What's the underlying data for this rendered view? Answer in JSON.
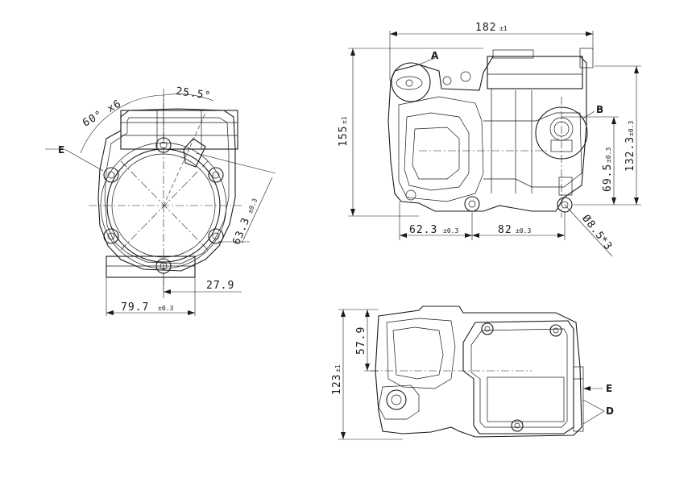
{
  "front_view": {
    "angle_main": "60° x6",
    "angle_small": "25.5°",
    "dim_radius": "63.3",
    "dim_radius_tol": "±0.3",
    "dim_27": "27.9",
    "dim_width": "79.7",
    "dim_width_tol": "±0.3",
    "label_e": "E"
  },
  "side_view": {
    "dim_length": "182",
    "dim_length_tol": "±1",
    "dim_height": "155",
    "dim_height_tol": "±1",
    "dim_132": "132.3",
    "dim_132_tol": "±0.3",
    "dim_69": "69.5",
    "dim_69_tol": "±0.3",
    "dim_62": "62.3",
    "dim_62_tol": "±0.3",
    "dim_82": "82",
    "dim_82_tol": "±0.3",
    "dim_hole": "Ø8.5",
    "dim_hole_tol": "*3",
    "label_a": "A",
    "label_b": "B"
  },
  "top_view": {
    "dim_123": "123",
    "dim_123_tol": "±1",
    "dim_57": "57.9",
    "label_e": "E",
    "label_d": "D"
  }
}
